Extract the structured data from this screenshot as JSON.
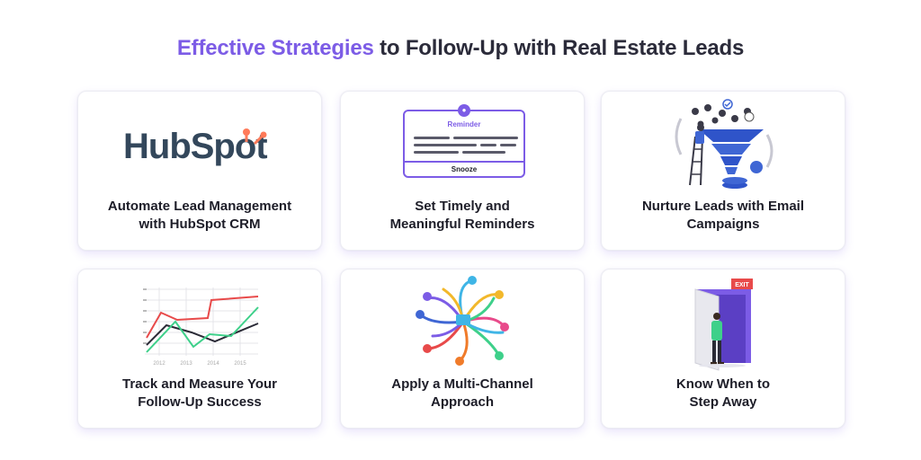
{
  "title": {
    "accent": "Effective Strategies",
    "rest": " to Follow-Up with Real Estate Leads"
  },
  "colors": {
    "accent": "#7c5ce6",
    "text": "#1d1d28",
    "hubspot_dark": "#33475b",
    "hubspot_orange": "#ff7a59"
  },
  "cards": [
    {
      "line1": "Automate Lead Management",
      "line2": "with HubSpot CRM",
      "icon": "hubspot-logo",
      "logo_text": "HubSpot"
    },
    {
      "line1": "Set Timely and",
      "line2": "Meaningful Reminders",
      "icon": "reminder-icon",
      "reminder_title": "Reminder",
      "reminder_button": "Snooze"
    },
    {
      "line1": "Nurture Leads with Email",
      "line2": "Campaigns",
      "icon": "sales-funnel-illustration"
    },
    {
      "line1": "Track and Measure Your",
      "line2": "Follow-Up Success",
      "icon": "line-chart-illustration",
      "years": [
        "2012",
        "2013",
        "2014",
        "2015"
      ]
    },
    {
      "line1": "Apply a Multi-Channel",
      "line2": "Approach",
      "icon": "multichannel-arrows-illustration"
    },
    {
      "line1": "Know When to",
      "line2": "Step Away",
      "icon": "exit-door-illustration",
      "exit_sign": "EXIT"
    }
  ]
}
